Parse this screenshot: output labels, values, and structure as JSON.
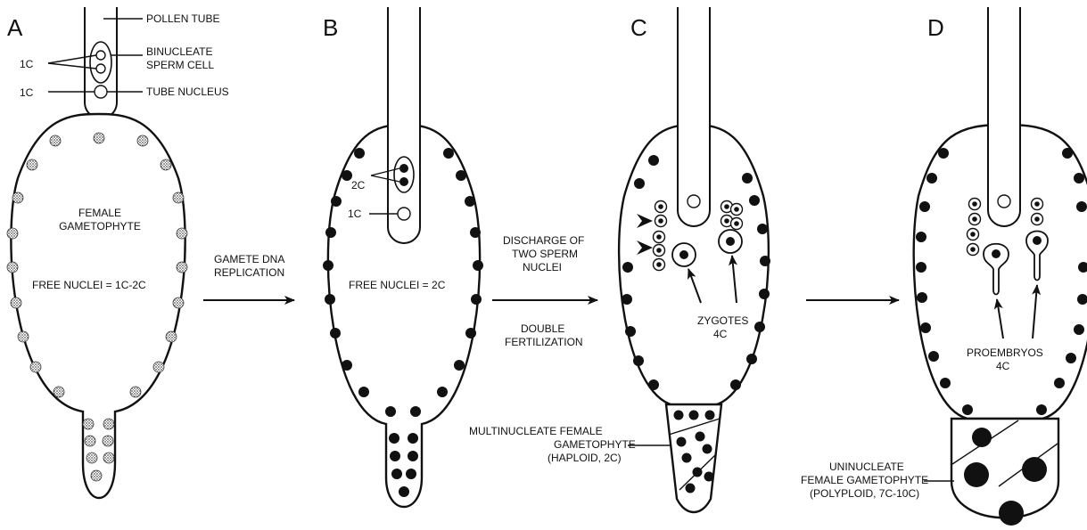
{
  "panels": {
    "a": {
      "letter": "A"
    },
    "b": {
      "letter": "B"
    },
    "c": {
      "letter": "C"
    },
    "d": {
      "letter": "D"
    }
  },
  "labels": {
    "pollen_tube": "POLLEN TUBE",
    "binucleate_1": "BINUCLEATE",
    "binucleate_2": "SPERM CELL",
    "tube_nucleus": "TUBE NUCLEUS",
    "sperm_1c": "1C",
    "tube_1c": "1C",
    "female_1": "FEMALE",
    "female_2": "GAMETOPHYTE",
    "free_nuclei_a": "FREE NUCLEI = 1C-2C",
    "gamete_dna_1": "GAMETE DNA",
    "gamete_dna_2": "REPLICATION",
    "b_2c": "2C",
    "b_1c": "1C",
    "free_nuclei_b": "FREE NUCLEI = 2C",
    "discharge_1": "DISCHARGE OF",
    "discharge_2": "TWO SPERM",
    "discharge_3": "NUCLEI",
    "double_1": "DOUBLE",
    "double_2": "FERTILIZATION",
    "zygotes_1": "ZYGOTES",
    "zygotes_2": "4C",
    "multi_1": "MULTINUCLEATE FEMALE",
    "multi_2": "GAMETOPHYTE",
    "multi_3": "(HAPLOID, 2C)",
    "uni_1": "UNINUCLEATE",
    "uni_2": "FEMALE GAMETOPHYTE",
    "uni_3": "(POLYPLOID, 7C-10C)",
    "proembryos_1": "PROEMBRYOS",
    "proembryos_2": "4C"
  },
  "colors": {
    "ink": "#111111",
    "stipple": "#9a9a9a",
    "background": "#ffffff"
  }
}
